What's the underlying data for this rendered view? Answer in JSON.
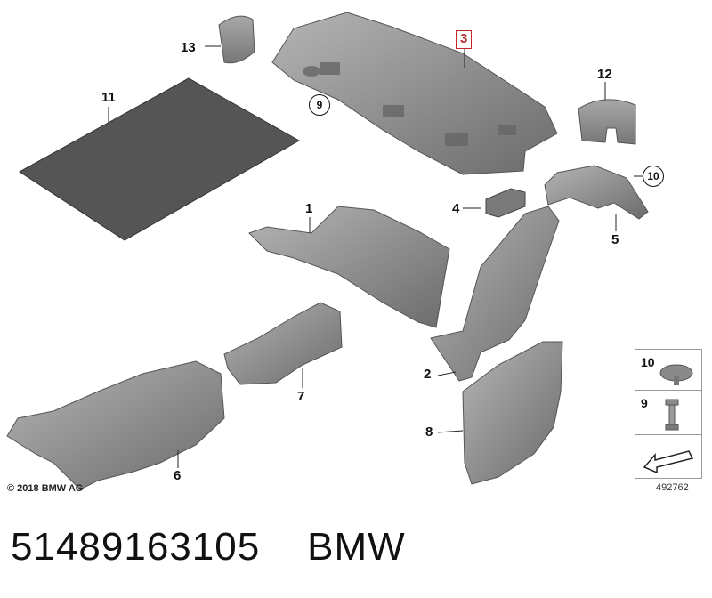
{
  "diagram": {
    "callouts": [
      {
        "id": "1",
        "label": "1"
      },
      {
        "id": "2",
        "label": "2"
      },
      {
        "id": "3",
        "label": "3"
      },
      {
        "id": "4",
        "label": "4"
      },
      {
        "id": "5",
        "label": "5"
      },
      {
        "id": "6",
        "label": "6"
      },
      {
        "id": "7",
        "label": "7"
      },
      {
        "id": "8",
        "label": "8"
      },
      {
        "id": "9",
        "label": "9"
      },
      {
        "id": "10",
        "label": "10"
      },
      {
        "id": "11",
        "label": "11"
      },
      {
        "id": "12",
        "label": "12"
      },
      {
        "id": "13",
        "label": "13"
      }
    ],
    "legend": {
      "row1_label": "10",
      "row2_label": "9"
    },
    "copyright": "© 2018 BMW AG",
    "diagram_id": "492762"
  },
  "caption": {
    "part_number": "51489163105",
    "brand": "BMW"
  },
  "colors": {
    "part_fill": "#8a8a8a",
    "part_dark": "#5e5e5e",
    "mat_fill": "#555555",
    "highlight_box": "#c0282d"
  }
}
